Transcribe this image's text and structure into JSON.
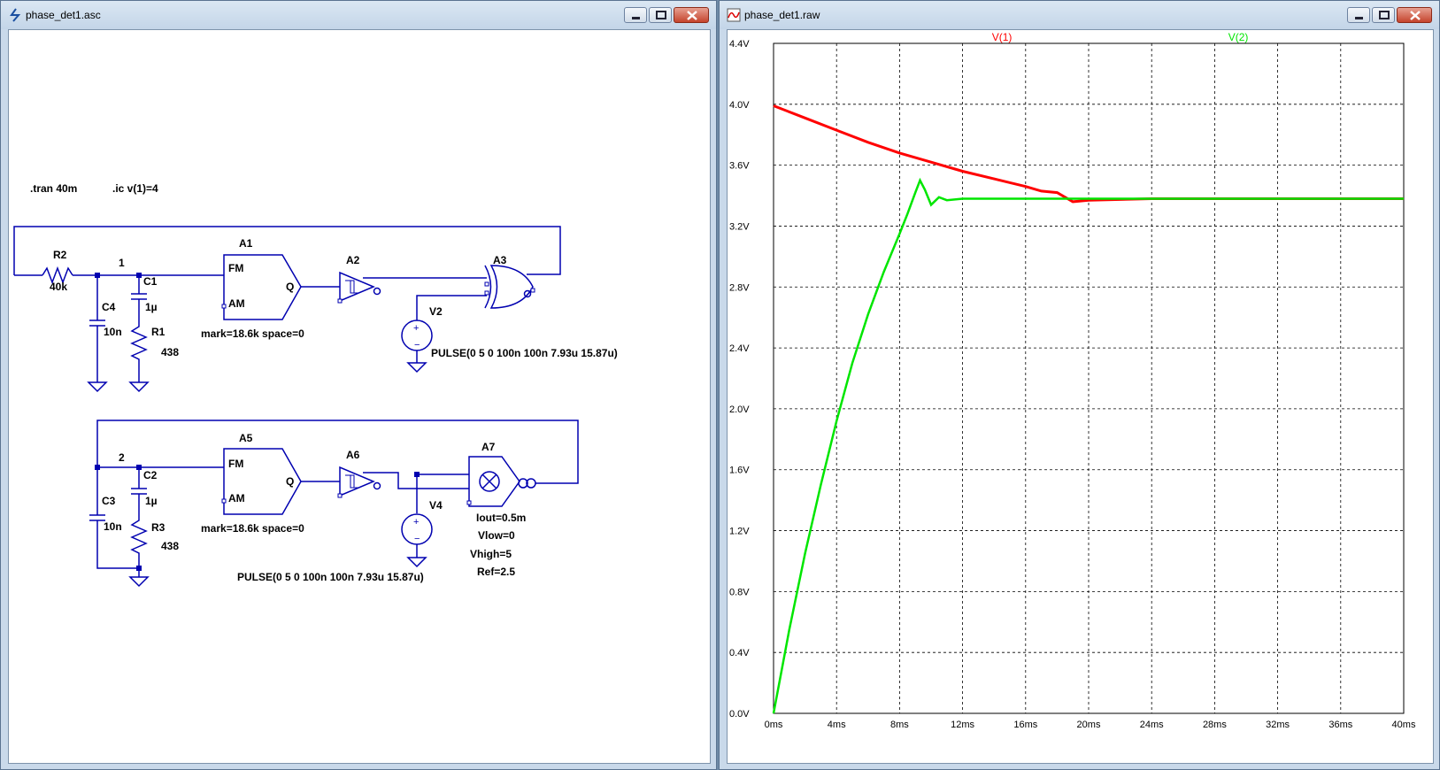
{
  "schematic_window": {
    "title": "phase_det1.asc",
    "directives": {
      "tran": ".tran 40m",
      "ic": ".ic v(1)=4"
    },
    "loop1": {
      "r2": {
        "name": "R2",
        "value": "40k"
      },
      "node": "1",
      "c1": {
        "name": "C1",
        "value": "1µ"
      },
      "c4": {
        "name": "C4",
        "value": "10n"
      },
      "r1": {
        "name": "R1",
        "value": "438"
      },
      "a1": {
        "name": "A1",
        "fm": "FM",
        "am": "AM",
        "q": "Q",
        "params": "mark=18.6k space=0"
      },
      "a2": {
        "name": "A2"
      },
      "a3": {
        "name": "A3"
      },
      "v2": {
        "name": "V2",
        "value": "PULSE(0 5 0 100n 100n 7.93u 15.87u)"
      }
    },
    "loop2": {
      "node": "2",
      "c2": {
        "name": "C2",
        "value": "1µ"
      },
      "c3": {
        "name": "C3",
        "value": "10n"
      },
      "r3": {
        "name": "R3",
        "value": "438"
      },
      "a5": {
        "name": "A5",
        "fm": "FM",
        "am": "AM",
        "q": "Q",
        "params": "mark=18.6k space=0"
      },
      "a6": {
        "name": "A6"
      },
      "a7": {
        "name": "A7",
        "iout": "Iout=0.5m",
        "vlow": "Vlow=0",
        "vhigh": "Vhigh=5",
        "ref": "Ref=2.5"
      },
      "v4": {
        "name": "V4",
        "value": "PULSE(0 5 0 100n 100n 7.93u 15.87u)"
      }
    }
  },
  "waveform_window": {
    "title": "phase_det1.raw"
  },
  "colors": {
    "v1": "#ff0000",
    "v2": "#00e600",
    "wire": "#0000b0",
    "grid": "#000000"
  },
  "chart_data": {
    "type": "line",
    "xlim": [
      0,
      40
    ],
    "ylim": [
      0.0,
      4.4
    ],
    "x_ticks": [
      "0ms",
      "4ms",
      "8ms",
      "12ms",
      "16ms",
      "20ms",
      "24ms",
      "28ms",
      "32ms",
      "36ms",
      "40ms"
    ],
    "y_ticks": [
      "0.0V",
      "0.4V",
      "0.8V",
      "1.2V",
      "1.6V",
      "2.0V",
      "2.4V",
      "2.8V",
      "3.2V",
      "3.6V",
      "4.0V",
      "4.4V"
    ],
    "grid": true,
    "series": [
      {
        "name": "V(1)",
        "color": "#ff0000",
        "x": [
          0,
          2,
          4,
          6,
          8,
          10,
          12,
          14,
          16,
          17,
          18,
          19,
          20,
          24,
          28,
          32,
          36,
          40
        ],
        "y": [
          3.99,
          3.91,
          3.83,
          3.75,
          3.68,
          3.62,
          3.56,
          3.51,
          3.46,
          3.43,
          3.42,
          3.36,
          3.37,
          3.38,
          3.38,
          3.38,
          3.38,
          3.38
        ]
      },
      {
        "name": "V(2)",
        "color": "#00e600",
        "x": [
          0,
          1,
          2,
          3,
          4,
          5,
          6,
          7,
          8,
          8.5,
          9,
          9.3,
          9.6,
          10,
          10.5,
          11,
          12,
          16,
          20,
          24,
          28,
          32,
          36,
          40
        ],
        "y": [
          0.0,
          0.55,
          1.05,
          1.5,
          1.92,
          2.3,
          2.62,
          2.9,
          3.15,
          3.28,
          3.42,
          3.5,
          3.44,
          3.34,
          3.39,
          3.37,
          3.38,
          3.38,
          3.38,
          3.38,
          3.38,
          3.38,
          3.38,
          3.38
        ]
      }
    ]
  }
}
